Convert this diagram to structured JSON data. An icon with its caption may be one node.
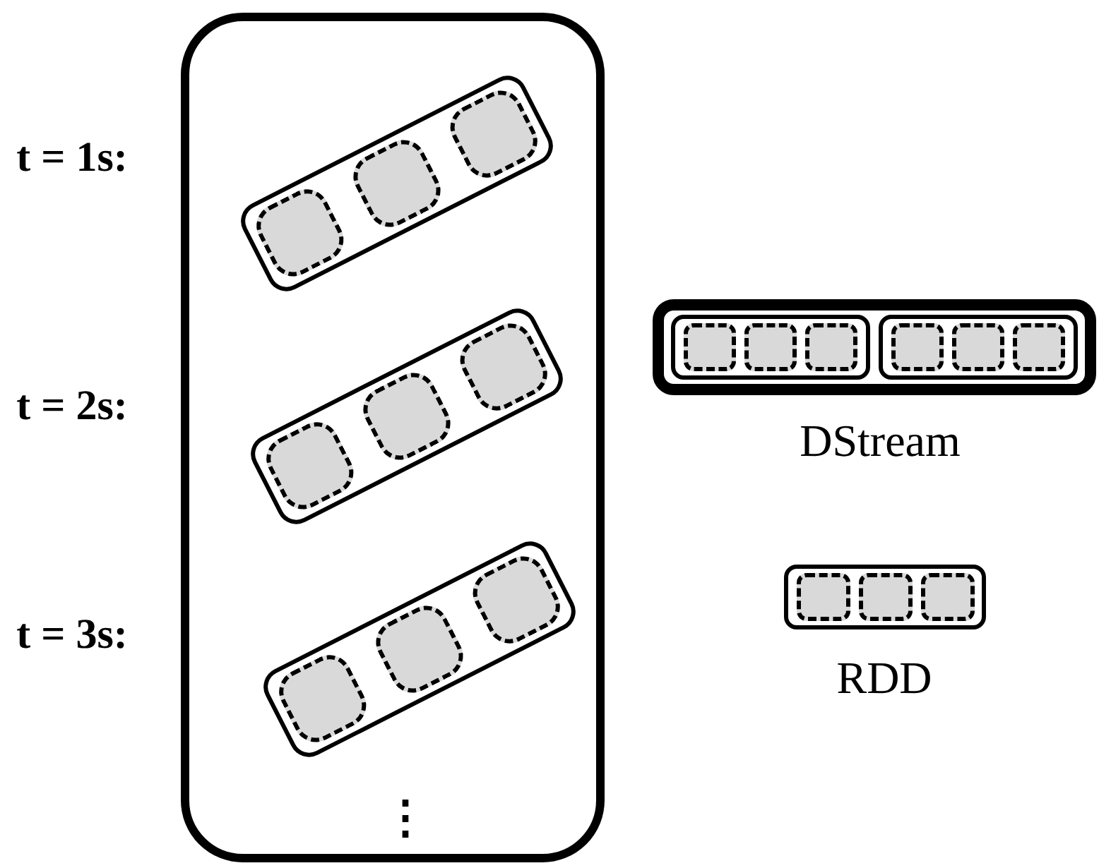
{
  "diagram": {
    "nodes": [
      {
        "text": [],
        "shape": "box"
      },
      {
        "text": [],
        "shape": "box",
        "in": 0,
        "beside": [
          "t = 1s:"
        ]
      },
      {
        "text": [],
        "shape": "box",
        "in": 1
      },
      {
        "text": [],
        "shape": "box",
        "in": 1
      },
      {
        "text": [],
        "shape": "box",
        "in": 1
      },
      {
        "text": [],
        "shape": "box",
        "in": 0,
        "beside": [
          "t = 2s:"
        ]
      },
      {
        "text": [],
        "shape": "box",
        "in": 5
      },
      {
        "text": [],
        "shape": "box",
        "in": 5
      },
      {
        "text": [],
        "shape": "box",
        "in": 5
      },
      {
        "text": [],
        "shape": "box",
        "in": 0,
        "beside": [
          "t = 3s:"
        ]
      },
      {
        "text": [],
        "shape": "box",
        "in": 9
      },
      {
        "text": [],
        "shape": "box",
        "in": 9
      },
      {
        "text": [],
        "shape": "box",
        "in": 9
      },
      {
        "text": [],
        "shape": "box",
        "beside": [
          "DStream"
        ]
      },
      {
        "text": [],
        "shape": "box",
        "in": 13
      },
      {
        "text": [],
        "shape": "box",
        "in": 14
      },
      {
        "text": [],
        "shape": "box",
        "in": 14
      },
      {
        "text": [],
        "shape": "box",
        "in": 14
      },
      {
        "text": [],
        "shape": "box",
        "in": 13
      },
      {
        "text": [],
        "shape": "box",
        "in": 18
      },
      {
        "text": [],
        "shape": "box",
        "in": 18
      },
      {
        "text": [],
        "shape": "box",
        "in": 18
      },
      {
        "text": [],
        "shape": "box",
        "beside": [
          "RDD"
        ]
      },
      {
        "text": [],
        "shape": "box",
        "in": 22
      },
      {
        "text": [],
        "shape": "box",
        "in": 22
      },
      {
        "text": [],
        "shape": "box",
        "in": 22
      }
    ],
    "labels": [
      "⋮"
    ]
  }
}
